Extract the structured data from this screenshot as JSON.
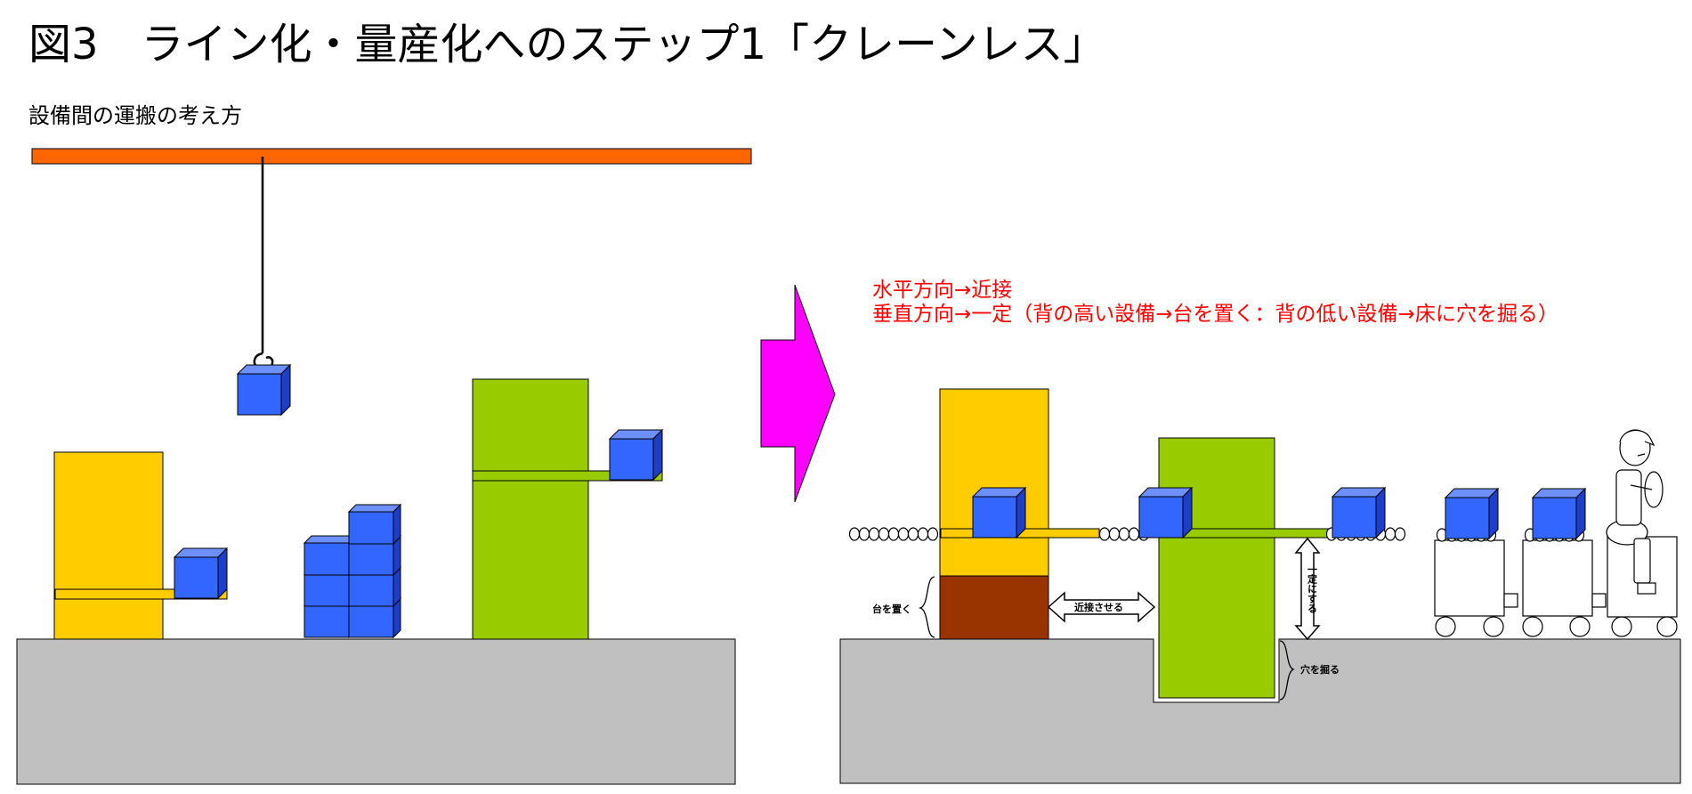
{
  "title": "図3　ライン化・量産化へのステップ1「クレーンレス」",
  "subtitle": "設備間の運搬の考え方",
  "notes": {
    "horizontal": "水平方向→近接",
    "vertical": "垂直方向→一定（背の高い設備→台を置く：背の低い設備→床に穴を掘る）"
  },
  "labels": {
    "place_stand": "台を置く",
    "bring_closer": "近接させる",
    "keep_constant": "一定にする",
    "dig_hole": "穴を掘る"
  },
  "colors": {
    "crane_rail": "#ff6600",
    "tall_equipment": "#ffcc00",
    "short_equipment": "#99cc00",
    "box": "#3366ff",
    "floor": "#c0c0c0",
    "stand": "#993300",
    "arrow": "#ff00ff",
    "note_text": "#ff0000"
  },
  "icons": {
    "crane_hook": "hook-icon",
    "transition_arrow": "right-arrow-icon",
    "operator": "person-icon"
  }
}
